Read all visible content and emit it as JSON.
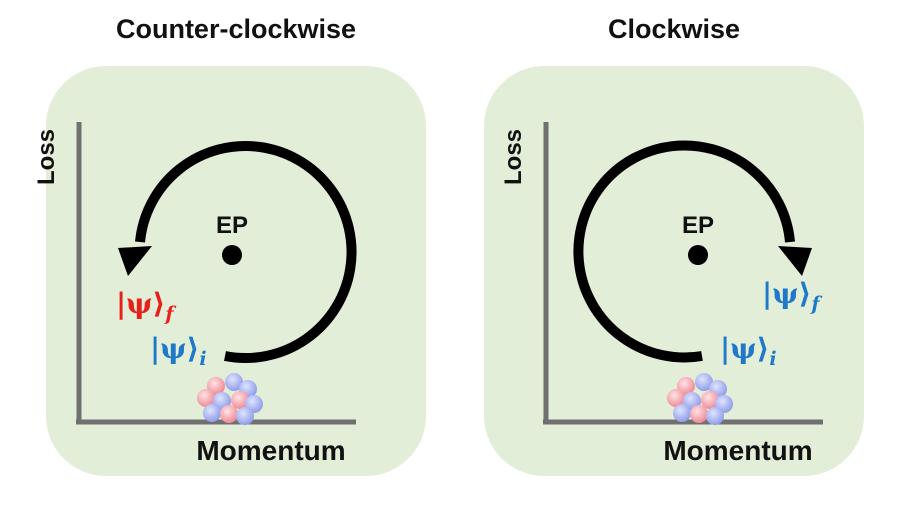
{
  "colors": {
    "panel_bg": "#e2eed8",
    "axis": "#707070",
    "arrow": "#000000",
    "final_ccw": "#e8201a",
    "initial": "#1f78c8",
    "final_cw": "#1f78c8"
  },
  "left": {
    "title": "Counter-clockwise",
    "ylabel": "Loss",
    "xlabel": "Momentum",
    "ep_label": "EP",
    "final_state": {
      "ket": "|ψ⟩",
      "sub": "f"
    },
    "initial_state": {
      "ket": "|ψ⟩",
      "sub": "i"
    }
  },
  "right": {
    "title": "Clockwise",
    "ylabel": "Loss",
    "xlabel": "Momentum",
    "ep_label": "EP",
    "final_state": {
      "ket": "|ψ⟩",
      "sub": "f"
    },
    "initial_state": {
      "ket": "|ψ⟩",
      "sub": "i"
    }
  }
}
